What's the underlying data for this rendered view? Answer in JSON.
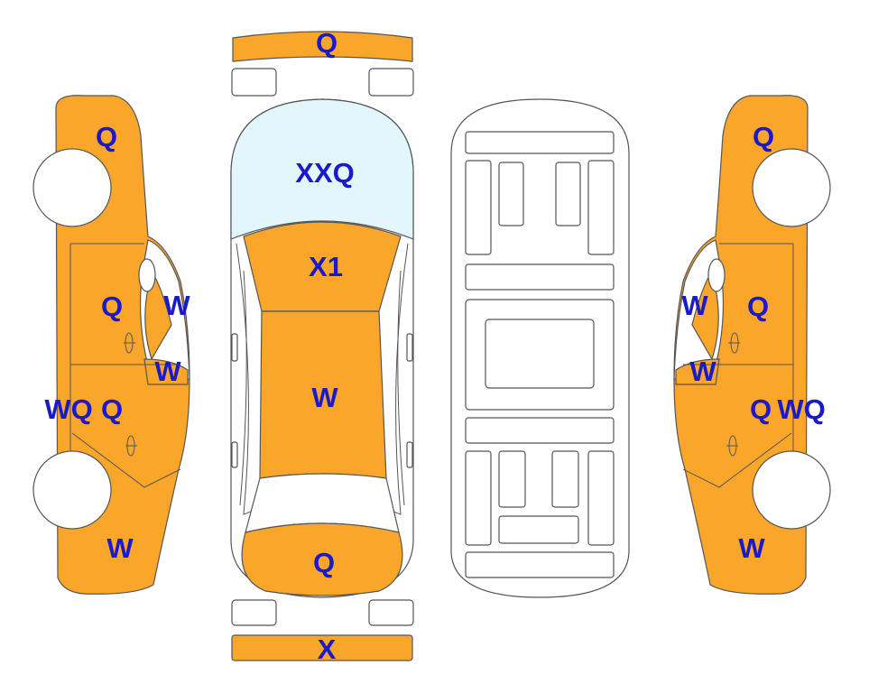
{
  "colors": {
    "body_panel": "#F9A62B",
    "glass": "#E2F6FC",
    "outline": "#555555",
    "label": "#1A1ACC",
    "wheel": "#ffffff"
  },
  "labels": {
    "front_bumper": "Q",
    "windshield": "XXQ",
    "hood": "X1",
    "roof": "W",
    "trunk": "Q",
    "rear_bumper": "X",
    "left_front_fender": "Q",
    "left_front_door": "Q",
    "left_front_window": "W",
    "left_rear_window": "W",
    "left_rocker": "WQ",
    "left_rear_door": "Q",
    "left_rear_quarter": "W",
    "right_front_fender": "Q",
    "right_front_window": "W",
    "right_front_door": "Q",
    "right_rear_window": "W",
    "right_rear_door": "Q",
    "right_rocker": "WQ",
    "right_rear_quarter": "W"
  }
}
